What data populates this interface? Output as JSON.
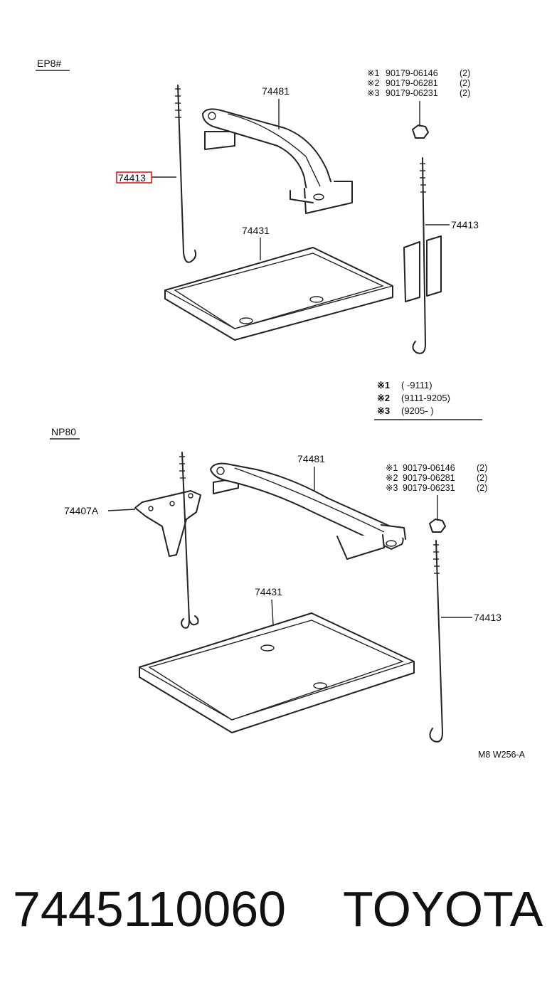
{
  "upper": {
    "model": "EP8#",
    "bolt_label_left": "74413",
    "clamp_label": "74481",
    "tray_label": "74431",
    "bolt_label_right": "74413",
    "nut_notes": [
      {
        "mark": "※1",
        "part": "90179-06146",
        "qty": "(2)"
      },
      {
        "mark": "※2",
        "part": "90179-06281",
        "qty": "(2)"
      },
      {
        "mark": "※3",
        "part": "90179-06231",
        "qty": "(2)"
      }
    ]
  },
  "legend": [
    {
      "mark": "※1",
      "range": "(      -9111)"
    },
    {
      "mark": "※2",
      "range": "(9111-9205)"
    },
    {
      "mark": "※3",
      "range": "(9205-      )"
    }
  ],
  "lower": {
    "model": "NP80",
    "bracket_label": "74407A",
    "clamp_label": "74481",
    "tray_label": "74431",
    "bolt_label": "74413",
    "nut_notes": [
      {
        "mark": "※1",
        "part": "90179-06146",
        "qty": "(2)"
      },
      {
        "mark": "※2",
        "part": "90179-06281",
        "qty": "(2)"
      },
      {
        "mark": "※3",
        "part": "90179-06231",
        "qty": "(2)"
      }
    ]
  },
  "figure_code": "M8 W256-A",
  "footer": {
    "part_number": "7445110060",
    "brand": "TOYOTA"
  },
  "highlight_color": "#e01818"
}
